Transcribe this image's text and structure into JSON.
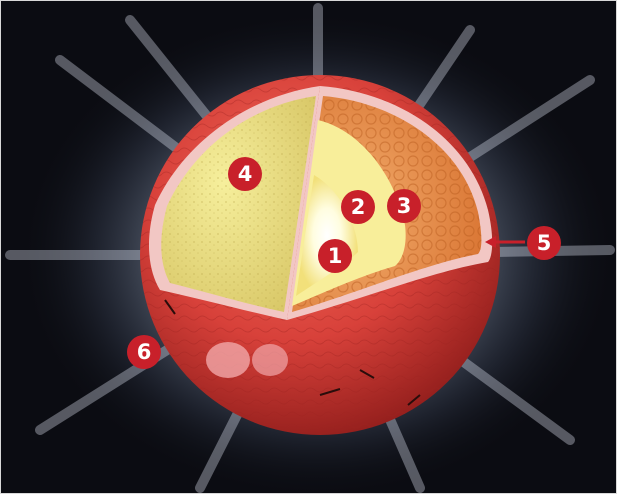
{
  "diagram": {
    "subject": "sun-cutaway",
    "markers": [
      {
        "id": "core",
        "label": "1"
      },
      {
        "id": "radiative-zone",
        "label": "2"
      },
      {
        "id": "convective-zone",
        "label": "3"
      },
      {
        "id": "photosphere",
        "label": "4"
      },
      {
        "id": "chromosphere",
        "label": "5"
      },
      {
        "id": "corona",
        "label": "6"
      }
    ],
    "colors": {
      "marker_fill": "#c8202a",
      "background": "#0b0c12",
      "surface": "#d8413a",
      "photosphere": "#e9dc7a",
      "convective": "#e8904a",
      "core": "#ffffff"
    }
  }
}
